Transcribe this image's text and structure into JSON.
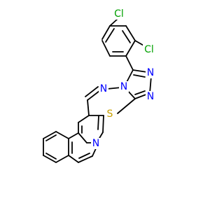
{
  "molecule": {
    "atoms": {
      "cl_top": {
        "symbol": "Cl",
        "color": "#00a000"
      },
      "cl_right": {
        "symbol": "Cl",
        "color": "#00a000"
      },
      "n_triazole_a": {
        "symbol": "N",
        "color": "#0000ff"
      },
      "n_triazole_b": {
        "symbol": "N",
        "color": "#0000ff"
      },
      "n_triazole_c": {
        "symbol": "N",
        "color": "#0000ff"
      },
      "n_diazepine": {
        "symbol": "N",
        "color": "#0000ff"
      },
      "s_thio": {
        "symbol": "S",
        "color": "#c8a000"
      },
      "n_quinoline": {
        "symbol": "N",
        "color": "#0000ff"
      }
    },
    "bond_color": "#000000"
  }
}
